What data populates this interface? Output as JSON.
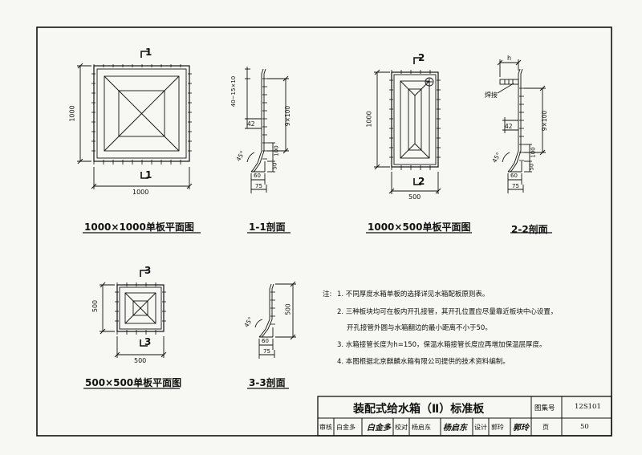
{
  "drawings": {
    "plan_1000x1000": {
      "title": "1000×1000单板平面图",
      "dim_width": "1000",
      "dim_height": "1000",
      "section_mark_top": "1",
      "section_mark_bottom": "1"
    },
    "section_1_1": {
      "title": "1-1剖面",
      "dim_spacing": "40~15×10",
      "dim_42": "42",
      "dim_9x100": "9×100",
      "dim_100": "100",
      "dim_50": "50",
      "dim_60": "60",
      "dim_75": "75",
      "angle": "45°"
    },
    "plan_1000x500": {
      "title": "1000×500单板平面图",
      "dim_width": "500",
      "dim_height": "1000",
      "section_mark_top": "2",
      "section_mark_bottom": "2"
    },
    "section_2_2": {
      "title": "2-2剖面",
      "dim_h": "h",
      "weld_label": "焊接",
      "dim_42": "42",
      "dim_9x100": "9×100",
      "dim_100": "100",
      "dim_50": "50",
      "dim_60": "60",
      "dim_75": "75",
      "angle": "45°"
    },
    "plan_500x500": {
      "title": "500×500单板平面图",
      "dim_width": "500",
      "dim_height": "500",
      "section_mark_top": "3",
      "section_mark_bottom": "3"
    },
    "section_3_3": {
      "title": "3-3剖面",
      "dim_500": "500",
      "dim_60": "60",
      "dim_75": "75",
      "angle": "45°"
    }
  },
  "notes": {
    "prefix": "注:",
    "lines": [
      "1. 不同厚度水箱单板的选择详见水箱配板原则表。",
      "2. 三种板块均可在板内开孔接管，其开孔位置应尽量靠近板块中心设置，",
      "开孔接管外圆与水箱翻边的最小距离不小于50。",
      "3. 水箱接管长度为h=150，保温水箱接管长度应再增加保温层厚度。",
      "4. 本图根据北京麒麟水箱有限公司提供的技术资料编制。"
    ]
  },
  "title_block": {
    "title": "装配式给水箱（Ⅱ）标准板",
    "atlas_label": "图集号",
    "atlas_no": "12S101",
    "review_label": "审核",
    "reviewer": "白金多",
    "reviewer_sig": "白金多",
    "check_label": "校对",
    "checker": "杨启东",
    "checker_sig": "杨启东",
    "design_label": "设计",
    "designer": "郭玲",
    "designer_sig": "郭玲",
    "page_label": "页",
    "page_no": "50"
  }
}
